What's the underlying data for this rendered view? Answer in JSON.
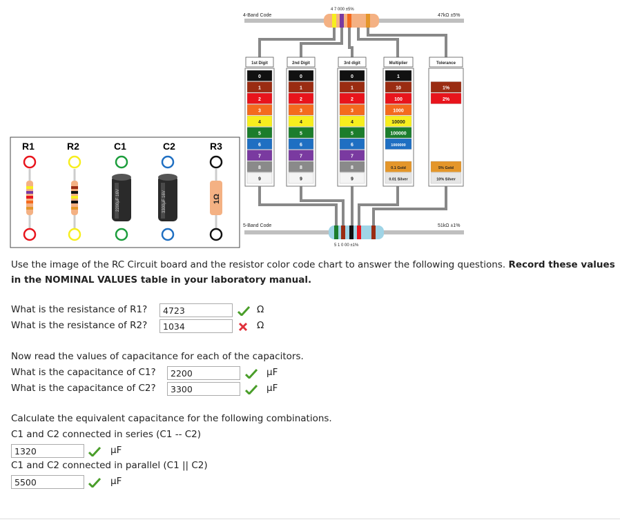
{
  "board": {
    "labels": [
      "R1",
      "R2",
      "C1",
      "C2",
      "R3"
    ],
    "r3_value": "1Ω",
    "c1_text": "2200μF 16V",
    "c2_text": "3300μF 16V"
  },
  "chart": {
    "four_band_label": "4-Band Code",
    "four_band_value": "47kΩ ±5%",
    "four_band_digits": "4   7   000    ±5%",
    "five_band_label": "5-Band Code",
    "five_band_value": "51kΩ ±1%",
    "five_band_digits": "5   1   0   00  ±1%",
    "headers": [
      "1st Digit",
      "2nd Digit",
      "3rd digit",
      "Multiplier",
      "Tolerance"
    ],
    "digits": [
      "0",
      "1",
      "2",
      "3",
      "4",
      "5",
      "6",
      "7",
      "8",
      "9"
    ],
    "multipliers": [
      "1",
      "10",
      "100",
      "1000",
      "10000",
      "100000",
      "1000000",
      "",
      "0.1 Gold",
      "0.01 Silver"
    ],
    "tolerances": [
      "",
      "1%",
      "2%",
      "",
      "",
      "",
      "",
      "",
      "5% Gold",
      "10% Silver"
    ],
    "colors": [
      "#111111",
      "#9a2c12",
      "#e8141c",
      "#f46a1e",
      "#f7ee1e",
      "#1c7d2c",
      "#1f6fc2",
      "#7a3aa0",
      "#8a8a8a",
      "#f4f4f4"
    ],
    "gold": "#e4962a",
    "silver": "#e6e6e6"
  },
  "text": {
    "intro_plain": "Use the image of the RC Circuit board and the resistor color code chart to answer the following questions. ",
    "intro_bold": "Record these values in the NOMINAL VALUES table in your laboratory manual.",
    "q_r1": "What is the resistance of R1?",
    "q_r2": "What is the resistance of R2?",
    "cap_intro": "Now read the values of capacitance for each of the capacitors.",
    "q_c1": "What is the capacitance of C1?",
    "q_c2": "What is the capacitance of C2?",
    "calc_intro": "Calculate the equivalent capacitance for the following combinations.",
    "series_label": "C1 and C2 connected in series (C1 -- C2)",
    "parallel_label": "C1 and C2 connected in parallel (C1 || C2)"
  },
  "answers": {
    "r1": "4723",
    "r2": "1034",
    "c1": "2200",
    "c2": "3300",
    "series": "1320",
    "parallel": "5500"
  },
  "units": {
    "ohm": "Ω",
    "micro_farad": "μF"
  },
  "status": {
    "r1": "correct",
    "r2": "incorrect",
    "c1": "correct",
    "c2": "correct",
    "series": "correct",
    "parallel": "correct"
  }
}
